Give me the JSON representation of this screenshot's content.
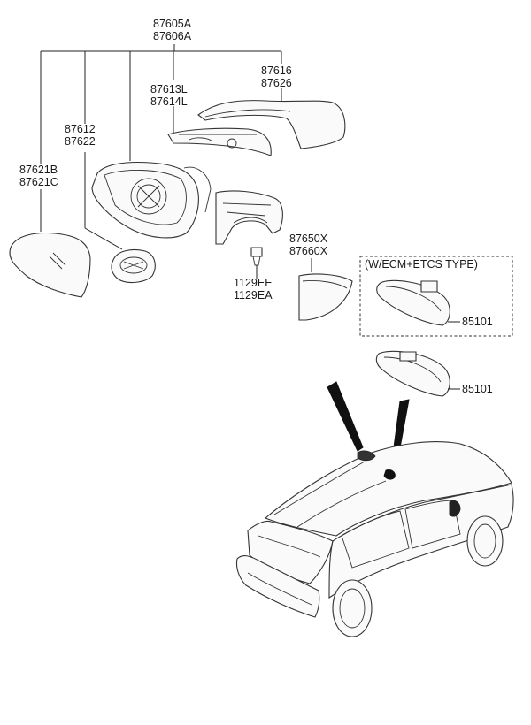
{
  "labels": {
    "assy_a": "87605A",
    "assy_b": "87606A",
    "cover_a": "87616",
    "cover_b": "87626",
    "lamp_a": "87613L",
    "lamp_b": "87614L",
    "actuator_a": "87612",
    "actuator_b": "87622",
    "glass_a": "87621B",
    "glass_b": "87621C",
    "screw_a": "1129EE",
    "screw_b": "1129EA",
    "garnish_a": "87650X",
    "garnish_b": "87660X",
    "option_box": "(W/ECM+ETCS TYPE)",
    "inside_mirror_ecm": "85101",
    "inside_mirror": "85101"
  }
}
